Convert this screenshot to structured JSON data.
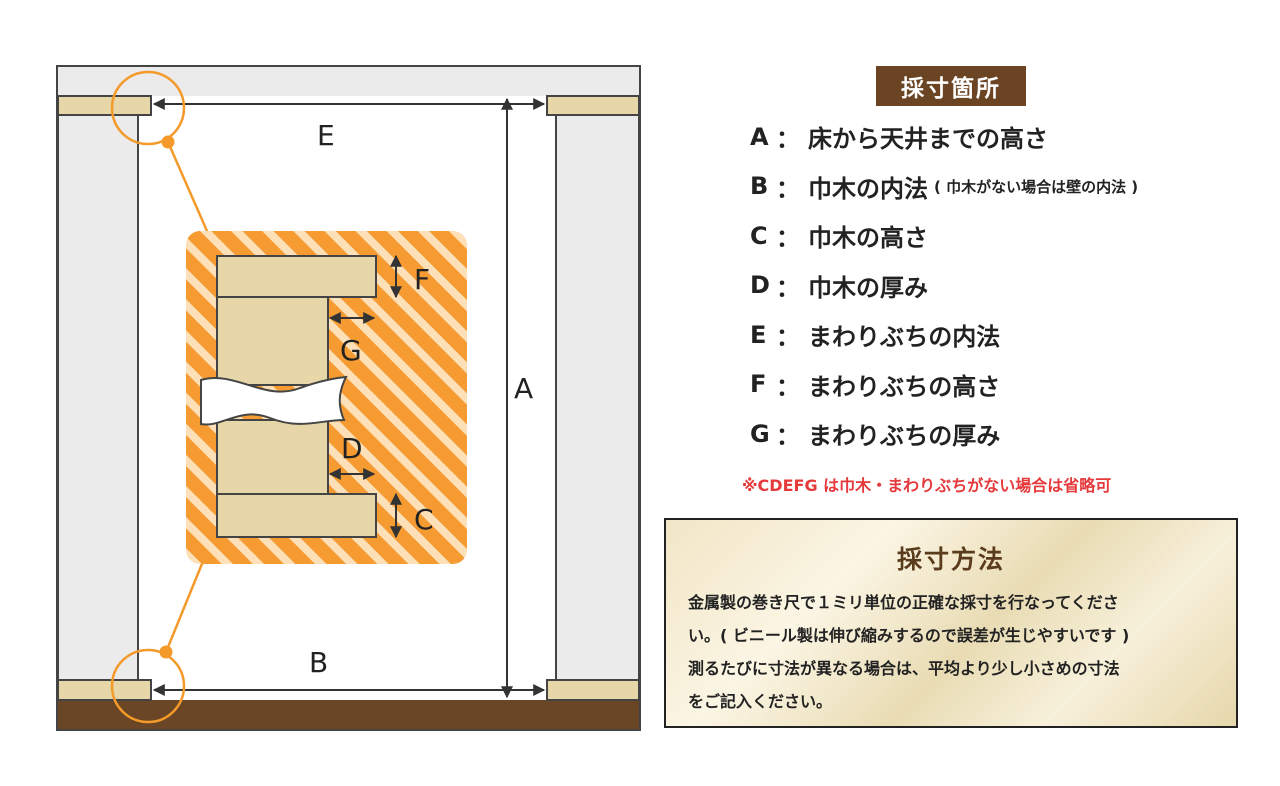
{
  "legend": {
    "title": "採寸箇所",
    "items": [
      {
        "key": "A",
        "sep": "：",
        "text": "床から天井までの高さ",
        "note": ""
      },
      {
        "key": "B",
        "sep": "：",
        "text": "巾木の内法",
        "note": "( 巾木がない場合は壁の内法 )"
      },
      {
        "key": "C",
        "sep": "：",
        "text": "巾木の高さ",
        "note": ""
      },
      {
        "key": "D",
        "sep": "：",
        "text": "巾木の厚み",
        "note": ""
      },
      {
        "key": "E",
        "sep": "：",
        "text": "まわりぶちの内法",
        "note": ""
      },
      {
        "key": "F",
        "sep": "：",
        "text": "まわりぶちの高さ",
        "note": ""
      },
      {
        "key": "G",
        "sep": "：",
        "text": "まわりぶちの厚み",
        "note": ""
      }
    ],
    "omit_note": "※CDEFG は巾木・まわりぶちがない場合は省略可"
  },
  "method": {
    "title": "採寸方法",
    "lines": [
      "金属製の巻き尺で１ミリ単位の正確な採寸を行なってくださ",
      "い。( ビニール製は伸び縮みするので誤差が生じやすいです )",
      "測るたびに寸法が異なる場合は、平均より少し小さめの寸法",
      "をご記入ください。"
    ]
  },
  "diagram": {
    "labels": {
      "A": "A",
      "B": "B",
      "C": "C",
      "D": "D",
      "E": "E",
      "F": "F",
      "G": "G"
    },
    "colors": {
      "wall": "#ebebeb",
      "floor": "#6b4626",
      "trim": "#e6d6a8",
      "orange": "#f39a2b",
      "outline": "#444444"
    }
  }
}
